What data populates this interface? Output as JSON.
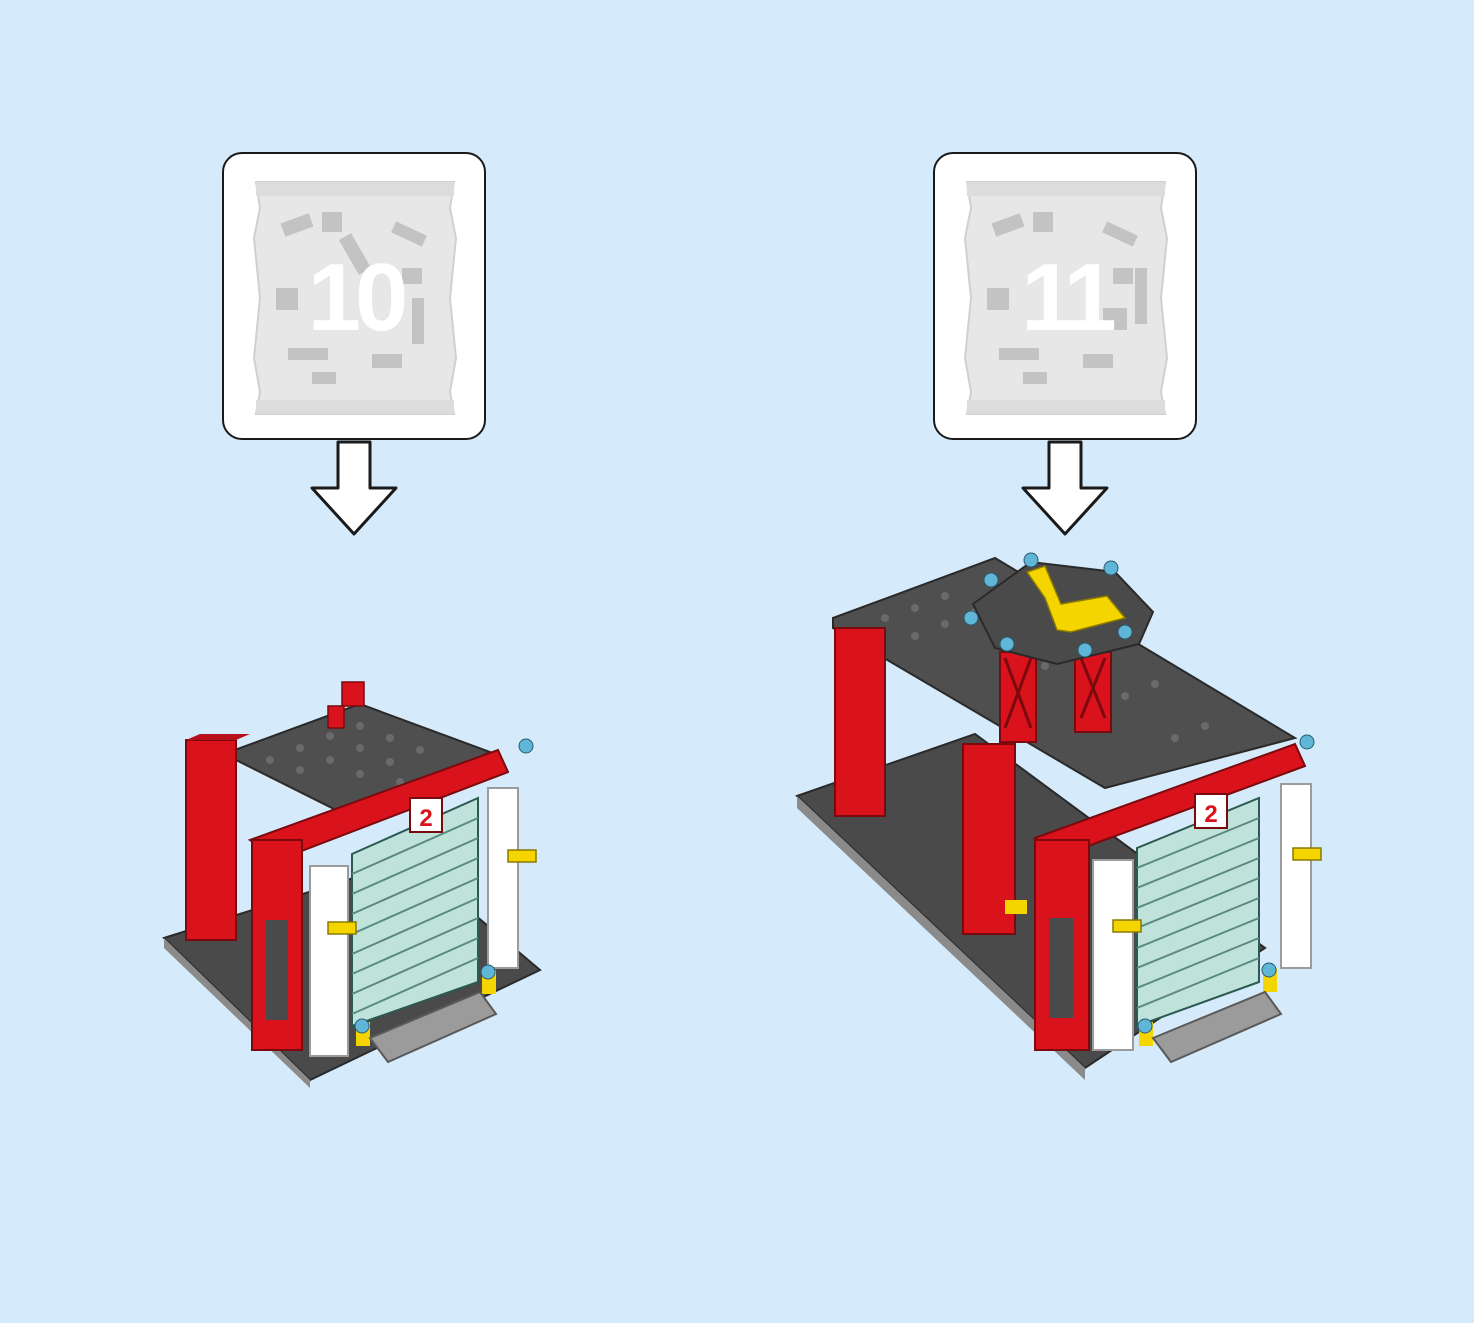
{
  "page": {
    "background_color": "#d5ebfb"
  },
  "steps": [
    {
      "bag": {
        "number": "10",
        "icon": "parts-bag-icon"
      },
      "arrow_icon": "down-arrow-icon",
      "model": {
        "door_number": "2",
        "icon": "fire-station-garage-model"
      }
    },
    {
      "bag": {
        "number": "11",
        "icon": "parts-bag-icon"
      },
      "arrow_icon": "down-arrow-icon",
      "model": {
        "door_number": "2",
        "icon": "fire-station-with-helipad-model"
      }
    }
  ],
  "colors": {
    "brick_red": "#d9121b",
    "baseplate_gray": "#4a4a4a",
    "light_gray": "#9b9b9b",
    "door_glass": "#bfe3da",
    "helipad_yellow": "#f5d500",
    "stud_cyan": "#5fb6d6"
  }
}
